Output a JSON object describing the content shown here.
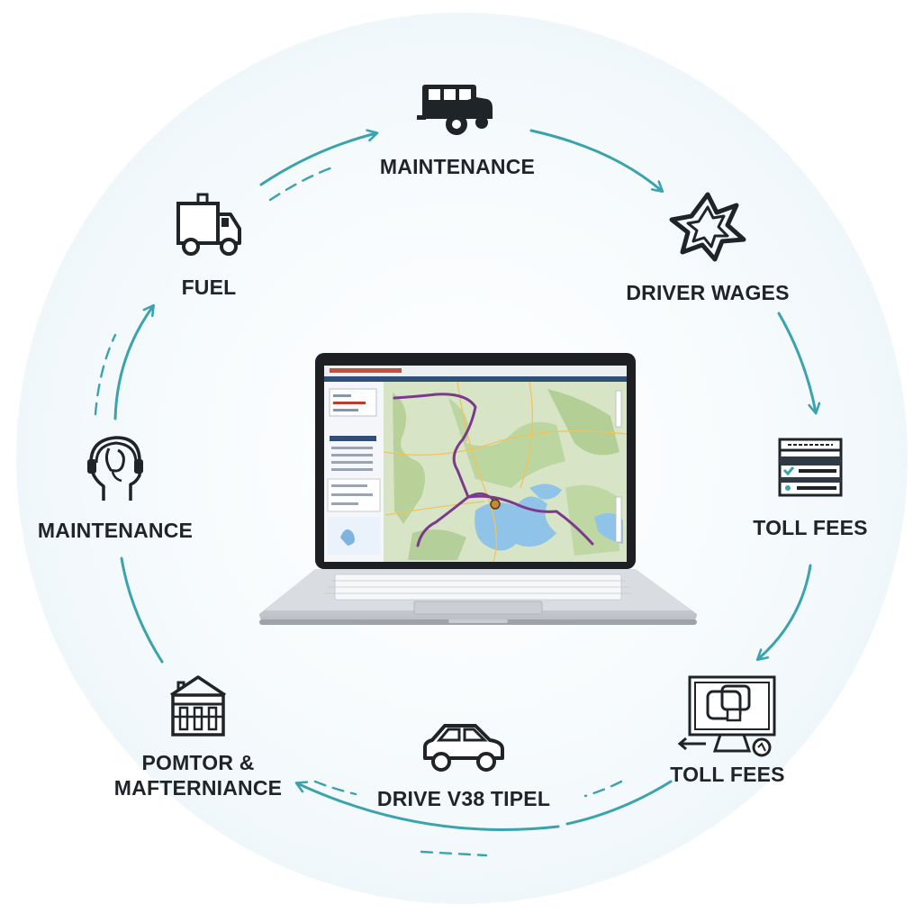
{
  "diagram": {
    "nodes": [
      {
        "id": "top",
        "label": "MAINTENANCE",
        "icon": "jeep-icon"
      },
      {
        "id": "upper-right",
        "label": "DRIVER WAGES",
        "icon": "star-outline-icon"
      },
      {
        "id": "right",
        "label": "TOLL FEES",
        "icon": "document-checklist-icon"
      },
      {
        "id": "lower-right",
        "label": "TOLL FEES",
        "icon": "monitor-dashboard-icon"
      },
      {
        "id": "bottom",
        "label": "DRIVE V38 TIPEL",
        "icon": "car-icon"
      },
      {
        "id": "lower-left",
        "label_line1": "POMTOR &",
        "label_line2": "MAFTERNIANCE",
        "icon": "building-icon"
      },
      {
        "id": "left",
        "label": "MAINTENANCE",
        "icon": "head-headset-icon"
      },
      {
        "id": "upper-left",
        "label": "FUEL",
        "icon": "delivery-truck-icon"
      }
    ],
    "center": {
      "icon": "laptop-map-icon"
    },
    "colors": {
      "arrow": "#3aa3ad",
      "text": "#1f2428",
      "icon": "#1f2428",
      "route": "#7b3a8c",
      "map_land": "#cfe0b8",
      "map_water": "#8fc3e8"
    }
  }
}
